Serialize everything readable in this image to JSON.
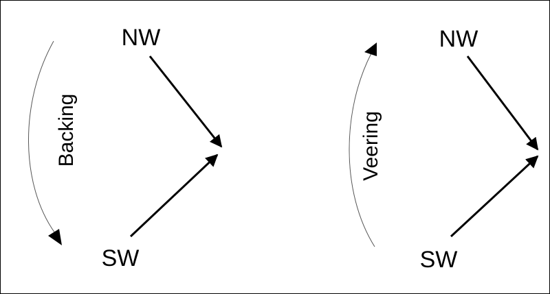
{
  "panels": [
    {
      "id": "backing",
      "rotation_label": "Backing",
      "top_label": "NW",
      "bottom_label": "SW"
    },
    {
      "id": "veering",
      "rotation_label": "Veering",
      "top_label": "NW",
      "bottom_label": "SW"
    }
  ],
  "colors": {
    "line": "#000000",
    "arc": "#555555",
    "background": "#ffffff"
  }
}
